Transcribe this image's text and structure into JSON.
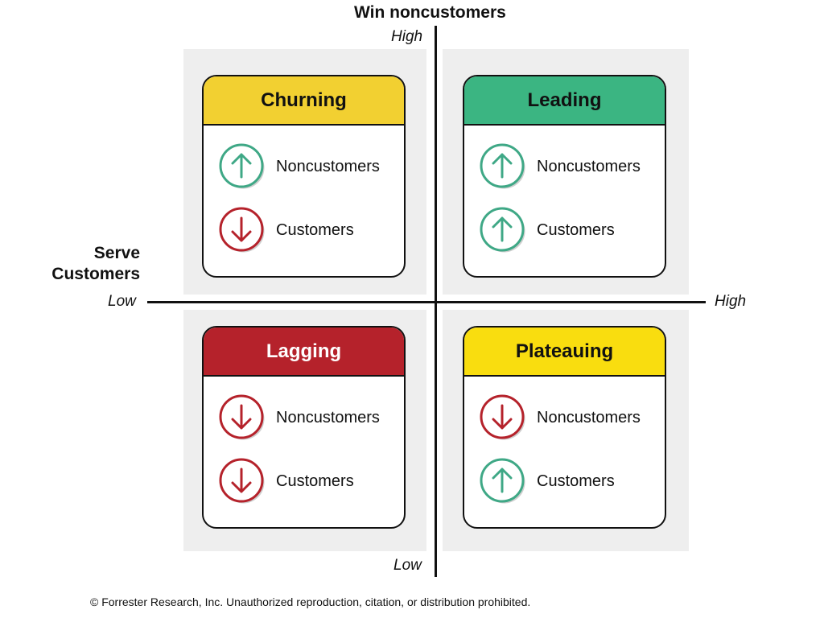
{
  "colors": {
    "churning": "#f2d031",
    "leading": "#3bb582",
    "lagging": "#b5222b",
    "plateauing": "#f9dd0f",
    "up": "#3fa886",
    "down": "#b5222b"
  },
  "axes": {
    "y_title": "Win noncustomers",
    "y_high": "High",
    "y_low": "Low",
    "x_title": "Serve\nCustomers",
    "x_low": "Low",
    "x_high": "High"
  },
  "quadrants": {
    "churning": {
      "title": "Churning",
      "rows": [
        {
          "label": "Noncustomers",
          "icon": "arrow-up-icon"
        },
        {
          "label": "Customers",
          "icon": "arrow-down-icon"
        }
      ]
    },
    "leading": {
      "title": "Leading",
      "rows": [
        {
          "label": "Noncustomers",
          "icon": "arrow-up-icon"
        },
        {
          "label": "Customers",
          "icon": "arrow-up-icon"
        }
      ]
    },
    "lagging": {
      "title": "Lagging",
      "rows": [
        {
          "label": "Noncustomers",
          "icon": "arrow-down-icon"
        },
        {
          "label": "Customers",
          "icon": "arrow-down-icon"
        }
      ]
    },
    "plateauing": {
      "title": "Plateauing",
      "rows": [
        {
          "label": "Noncustomers",
          "icon": "arrow-down-icon"
        },
        {
          "label": "Customers",
          "icon": "arrow-up-icon"
        }
      ]
    }
  },
  "footer": "© Forrester Research, Inc. Unauthorized reproduction, citation, or distribution prohibited."
}
